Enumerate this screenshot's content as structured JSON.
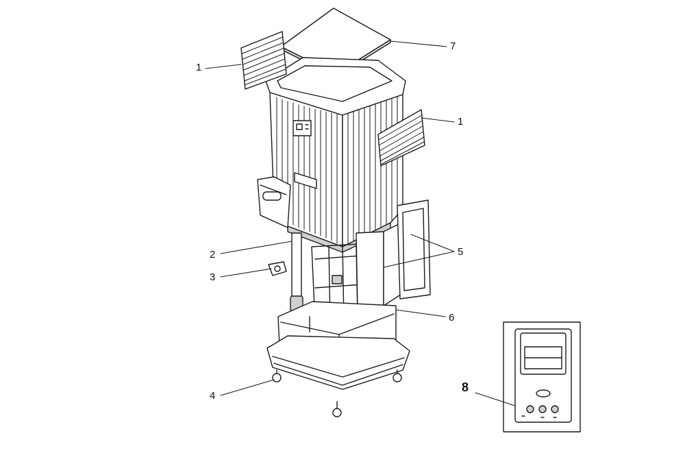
{
  "diagram": {
    "type": "exploded-parts-view",
    "line_color": "#1a1a1a",
    "fill_color": "#ffffff",
    "shade_color": "#cfcfcf",
    "callouts": [
      {
        "id": "c1a",
        "label": "1"
      },
      {
        "id": "c1b",
        "label": "1"
      },
      {
        "id": "c2",
        "label": "2"
      },
      {
        "id": "c3",
        "label": "3"
      },
      {
        "id": "c4",
        "label": "4"
      },
      {
        "id": "c5",
        "label": "5"
      },
      {
        "id": "c6",
        "label": "6"
      },
      {
        "id": "c7",
        "label": "7"
      },
      {
        "id": "c8",
        "label": "8"
      }
    ]
  }
}
